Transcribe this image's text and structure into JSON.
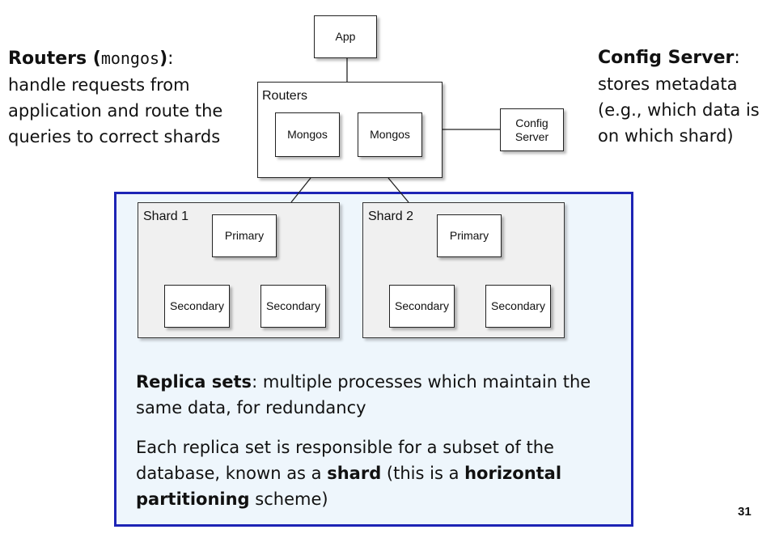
{
  "left_note": {
    "title_word": "Routers (",
    "title_code": "mongos",
    "title_end": ")",
    "colon": ":",
    "lines": [
      "handle requests from",
      "application and route the",
      "queries to correct shards"
    ]
  },
  "right_note": {
    "title": "Config Server",
    "colon": ":",
    "lines": [
      "stores metadata",
      "(e.g., which data is",
      "on which shard)"
    ]
  },
  "diagram": {
    "app": "App",
    "routers_label": "Routers",
    "mongos_1": "Mongos",
    "mongos_2": "Mongos",
    "config_server": "Config\nServer",
    "shards": [
      {
        "label": "Shard 1",
        "primary": "Primary",
        "secondary_1": "Secondary",
        "secondary_2": "Secondary"
      },
      {
        "label": "Shard 2",
        "primary": "Primary",
        "secondary_1": "Secondary",
        "secondary_2": "Secondary"
      }
    ]
  },
  "replica_text": {
    "p1_bold": "Replica sets",
    "p1_rest": ": multiple processes which maintain the same data, for redundancy",
    "p2_a": "Each replica set is responsible for a subset of the database, known as a ",
    "p2_bold1": "shard",
    "p2_b": " (this is a ",
    "p2_bold2": "horizontal partitioning",
    "p2_c": " scheme)"
  },
  "slide_number": "31"
}
